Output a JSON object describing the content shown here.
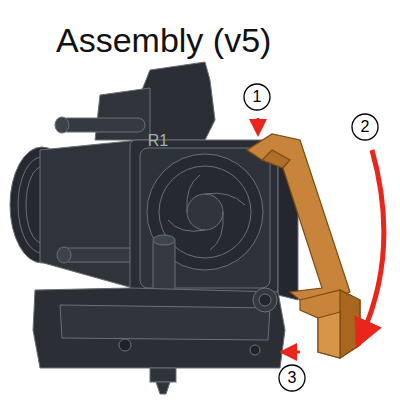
{
  "diagram": {
    "title": "Assembly (v5)",
    "labels": [
      "R1",
      "1",
      "2",
      "3"
    ]
  }
}
